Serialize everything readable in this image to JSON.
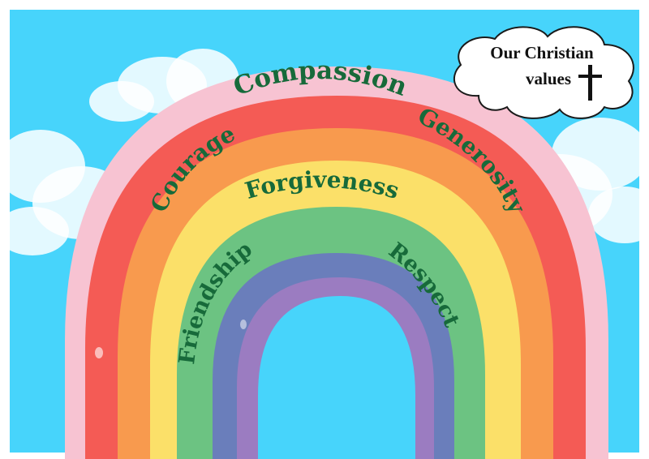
{
  "poster": {
    "heading_line1": "Our Christian",
    "heading_line2": "values",
    "values": [
      "Compassion",
      "Generosity",
      "Courage",
      "Forgiveness",
      "Friendship",
      "Respect"
    ]
  },
  "colors": {
    "sky": "#47d4fb",
    "cloud": "#ffffff",
    "pink": "#f7c3d2",
    "red": "#f45b55",
    "orange": "#f89a4e",
    "yellow": "#fbe069",
    "green": "#6cc382",
    "blue": "#6a7ebb",
    "purple": "#9b7cc1",
    "text_green": "#176a3a",
    "heading_text": "#111111"
  },
  "icons": {
    "cross": "cross-icon",
    "cloud": "cloud-icon"
  }
}
